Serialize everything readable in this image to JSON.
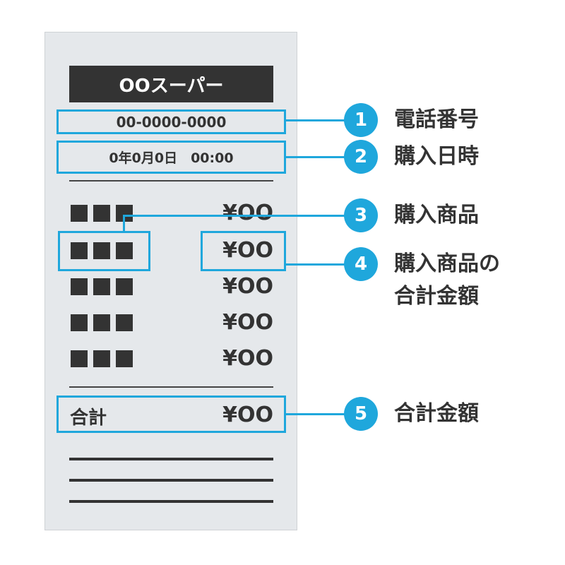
{
  "receipt": {
    "store_name": "OOスーパー",
    "phone": "00-0000-0000",
    "datetime": "0年0月0日　00:00",
    "items": [
      {
        "price": "¥OO"
      },
      {
        "price": "¥OO"
      },
      {
        "price": "¥OO"
      },
      {
        "price": "¥OO"
      },
      {
        "price": "¥OO"
      }
    ],
    "total_label": "合計",
    "total_price": "¥OO"
  },
  "callouts": [
    {
      "number": "1",
      "label": "電話番号"
    },
    {
      "number": "2",
      "label": "購入日時"
    },
    {
      "number": "3",
      "label": "購入商品"
    },
    {
      "number": "4",
      "label_line1": "購入商品の",
      "label_line2": "合計金額"
    },
    {
      "number": "5",
      "label": "合計金額"
    }
  ],
  "colors": {
    "accent": "#1fa7dc",
    "paper": "#e5e8eb",
    "ink": "#333333"
  }
}
